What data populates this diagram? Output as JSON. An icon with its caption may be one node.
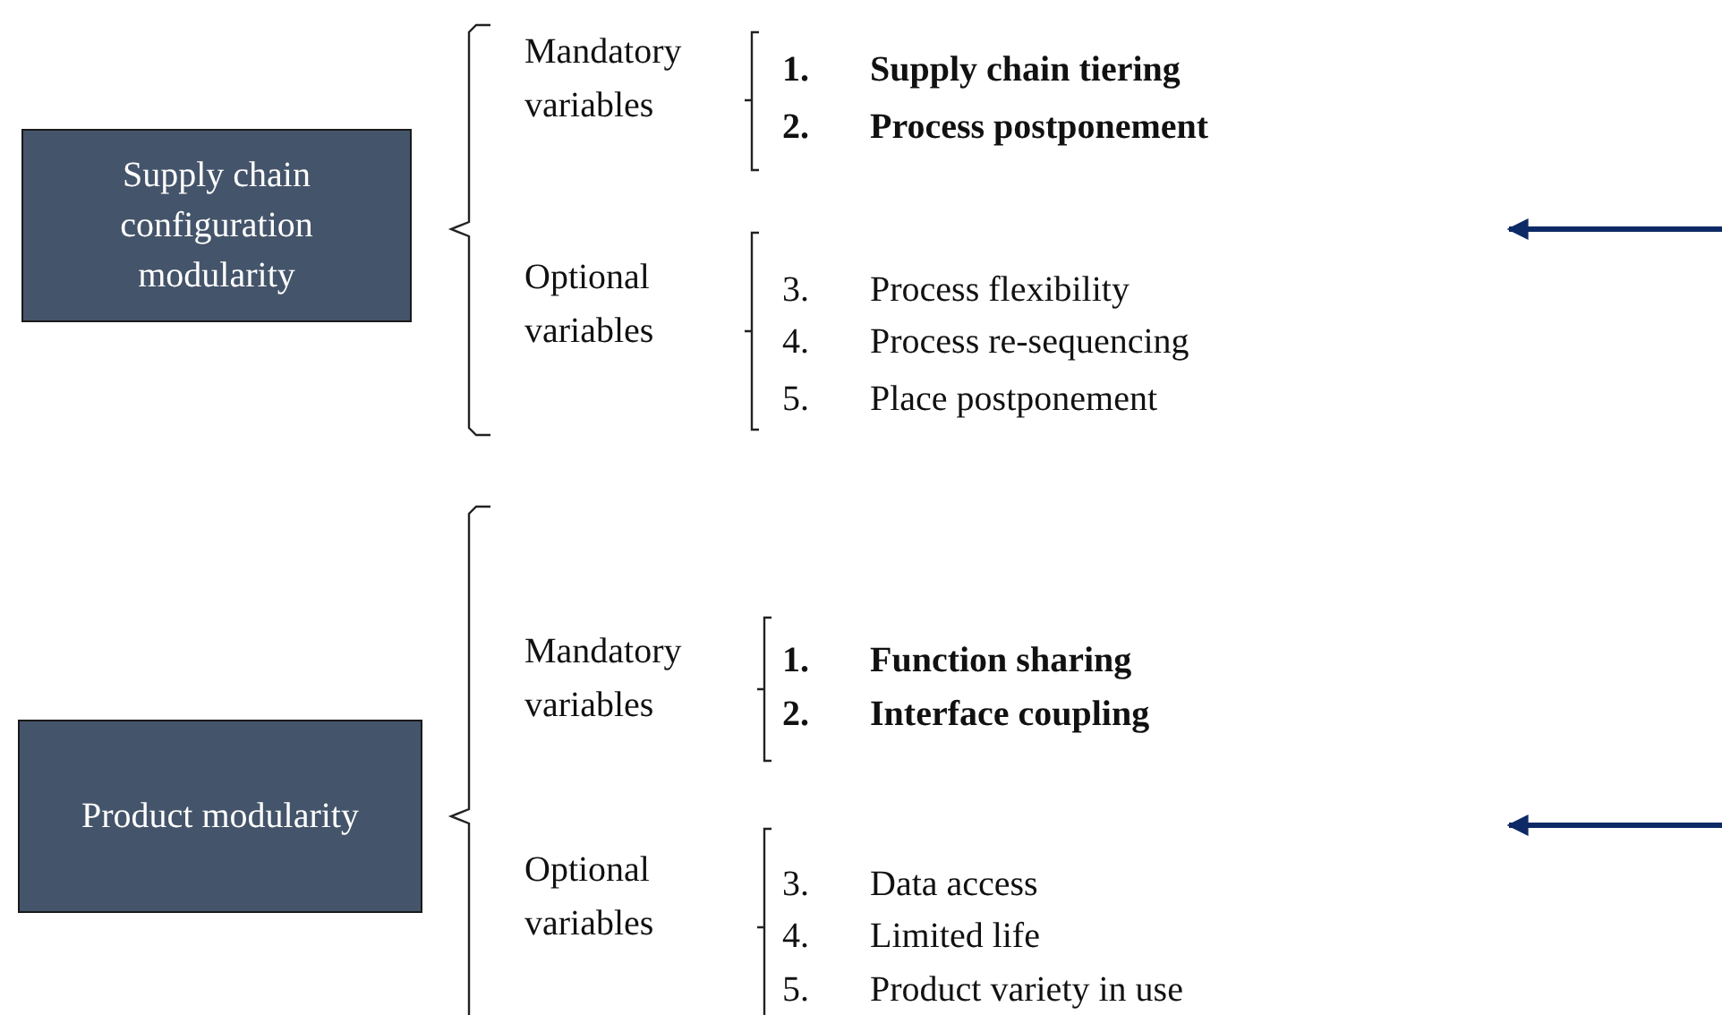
{
  "diagram": {
    "nodes": [
      {
        "text": [
          "Supply chain configuration modularity"
        ]
      },
      {
        "text": [
          "Product modularity"
        ]
      }
    ],
    "labels": [
      "Mandatory variables",
      "1.",
      "Supply chain tiering",
      "2.",
      "Process postponement",
      "Optional variables",
      "3.",
      "Process flexibility",
      "4.",
      "Process re-sequencing",
      "5.",
      "Place postponement",
      "Mandatory variables",
      "1.",
      "Function sharing",
      "2.",
      "Interface coupling",
      "Optional variables",
      "3.",
      "Data access",
      "4.",
      "Limited life",
      "5.",
      "Product variety in use"
    ]
  }
}
